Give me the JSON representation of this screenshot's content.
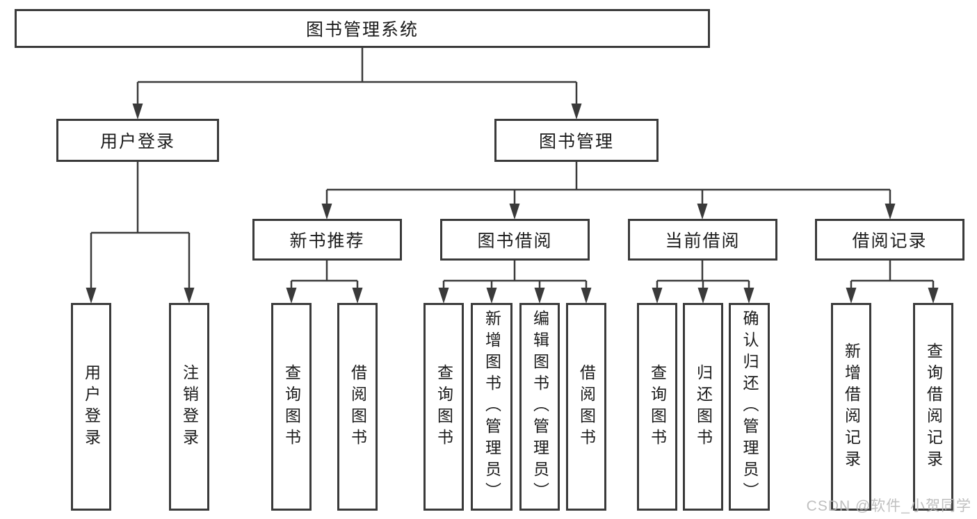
{
  "tree": {
    "root": {
      "label": "图书管理系统",
      "children": [
        {
          "label": "用户登录",
          "children": [
            {
              "label": "用户登录"
            },
            {
              "label": "注销登录"
            }
          ]
        },
        {
          "label": "图书管理",
          "children": [
            {
              "label": "新书推荐",
              "children": [
                {
                  "label": "查询图书"
                },
                {
                  "label": "借阅图书"
                }
              ]
            },
            {
              "label": "图书借阅",
              "children": [
                {
                  "label": "查询图书"
                },
                {
                  "label": "新增图书（管理员）"
                },
                {
                  "label": "编辑图书（管理员）"
                },
                {
                  "label": "借阅图书"
                }
              ]
            },
            {
              "label": "当前借阅",
              "children": [
                {
                  "label": "查询图书"
                },
                {
                  "label": "归还图书"
                },
                {
                  "label": "确认归还（管理员）"
                }
              ]
            },
            {
              "label": "借阅记录",
              "children": [
                {
                  "label": "新增借阅记录"
                },
                {
                  "label": "查询借阅记录"
                }
              ]
            }
          ]
        }
      ]
    }
  },
  "watermark": {
    "text": "CSDN @软件_小贺同学"
  },
  "colors": {
    "line": "#3a3a3a",
    "text": "#1a1a1a",
    "watermark": "#b9b9b9",
    "background": "#ffffff"
  }
}
